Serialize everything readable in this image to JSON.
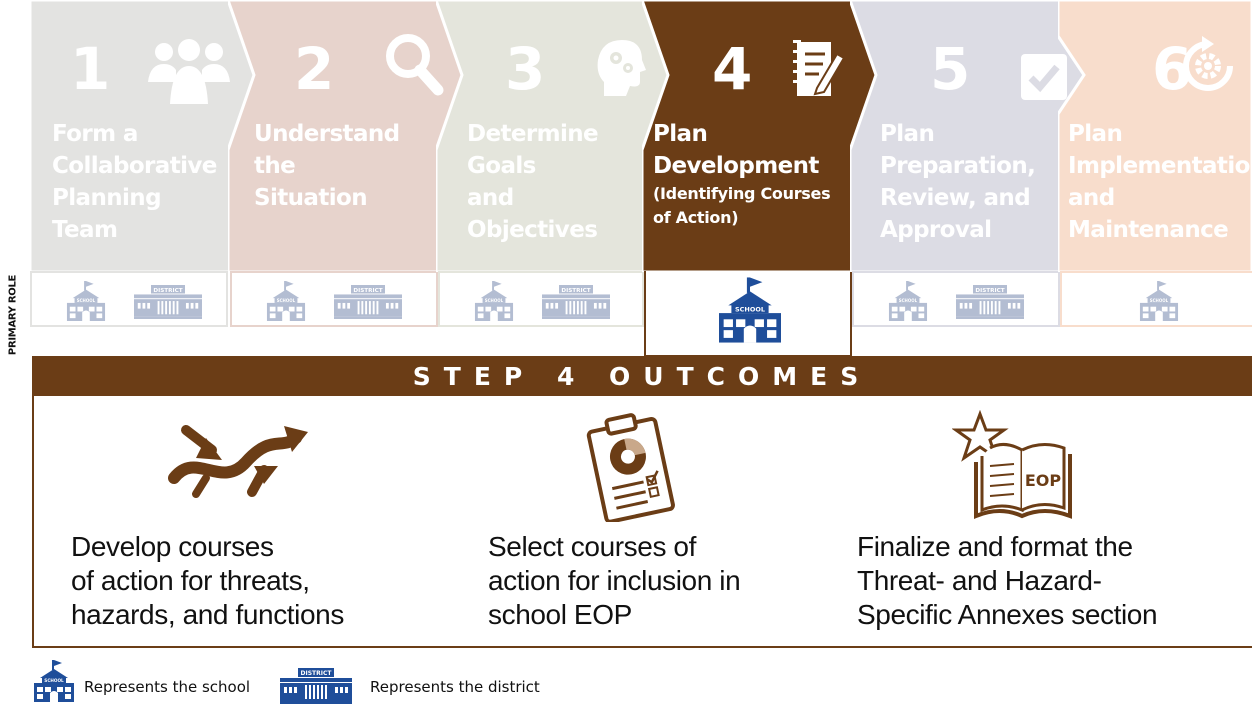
{
  "colors": {
    "step1": "#e3e3e1",
    "step2": "#e7d3cc",
    "step3": "#e4e5dc",
    "step4": "#6b3d16",
    "step5": "#dcdce4",
    "step6": "#f8ddcc",
    "school_blue": "#1f4e9a",
    "brown": "#6b3d16",
    "faded_blue": "#b3bdd2"
  },
  "steps": [
    {
      "number": "1",
      "label_lines": [
        "Form a",
        "Collaborative",
        "Planning",
        "Team"
      ],
      "icon": "team-icon"
    },
    {
      "number": "2",
      "label_lines": [
        "Understand",
        "the",
        "Situation"
      ],
      "icon": "magnifier-icon"
    },
    {
      "number": "3",
      "label_lines": [
        "Determine",
        "Goals",
        "and",
        "Objectives"
      ],
      "icon": "head-gears-icon"
    },
    {
      "number": "4",
      "label_lines": [
        "Plan",
        "Development"
      ],
      "sub_lines": [
        "(Identifying Courses",
        "of Action)"
      ],
      "icon": "notepad-pencil-icon"
    },
    {
      "number": "5",
      "label_lines": [
        "Plan",
        "Preparation,",
        "Review, and",
        "Approval"
      ],
      "icon": "checkbox-icon"
    },
    {
      "number": "6",
      "label_lines": [
        "Plan",
        "Implementation",
        "and",
        "Maintenance"
      ],
      "icon": "cycle-gear-icon"
    }
  ],
  "role_labels": {
    "school": "SCHOOL",
    "district": "DISTRICT"
  },
  "primary_role": "PRIMARY ROLE",
  "banner": "STEP 4 OUTCOMES",
  "outcomes": [
    {
      "icon": "crossing-arrows-icon",
      "lines": [
        "Develop courses",
        "of action for threats,",
        "hazards, and functions"
      ]
    },
    {
      "icon": "clipboard-chart-icon",
      "lines": [
        "Select courses of",
        "action for inclusion in",
        "school EOP"
      ]
    },
    {
      "icon": "eop-book-star-icon",
      "book_label": "EOP",
      "lines": [
        "Finalize and format the",
        "Threat- and Hazard-",
        "Specific Annexes section"
      ]
    }
  ],
  "legend": {
    "school": "Represents the school",
    "district": "Represents the district"
  }
}
